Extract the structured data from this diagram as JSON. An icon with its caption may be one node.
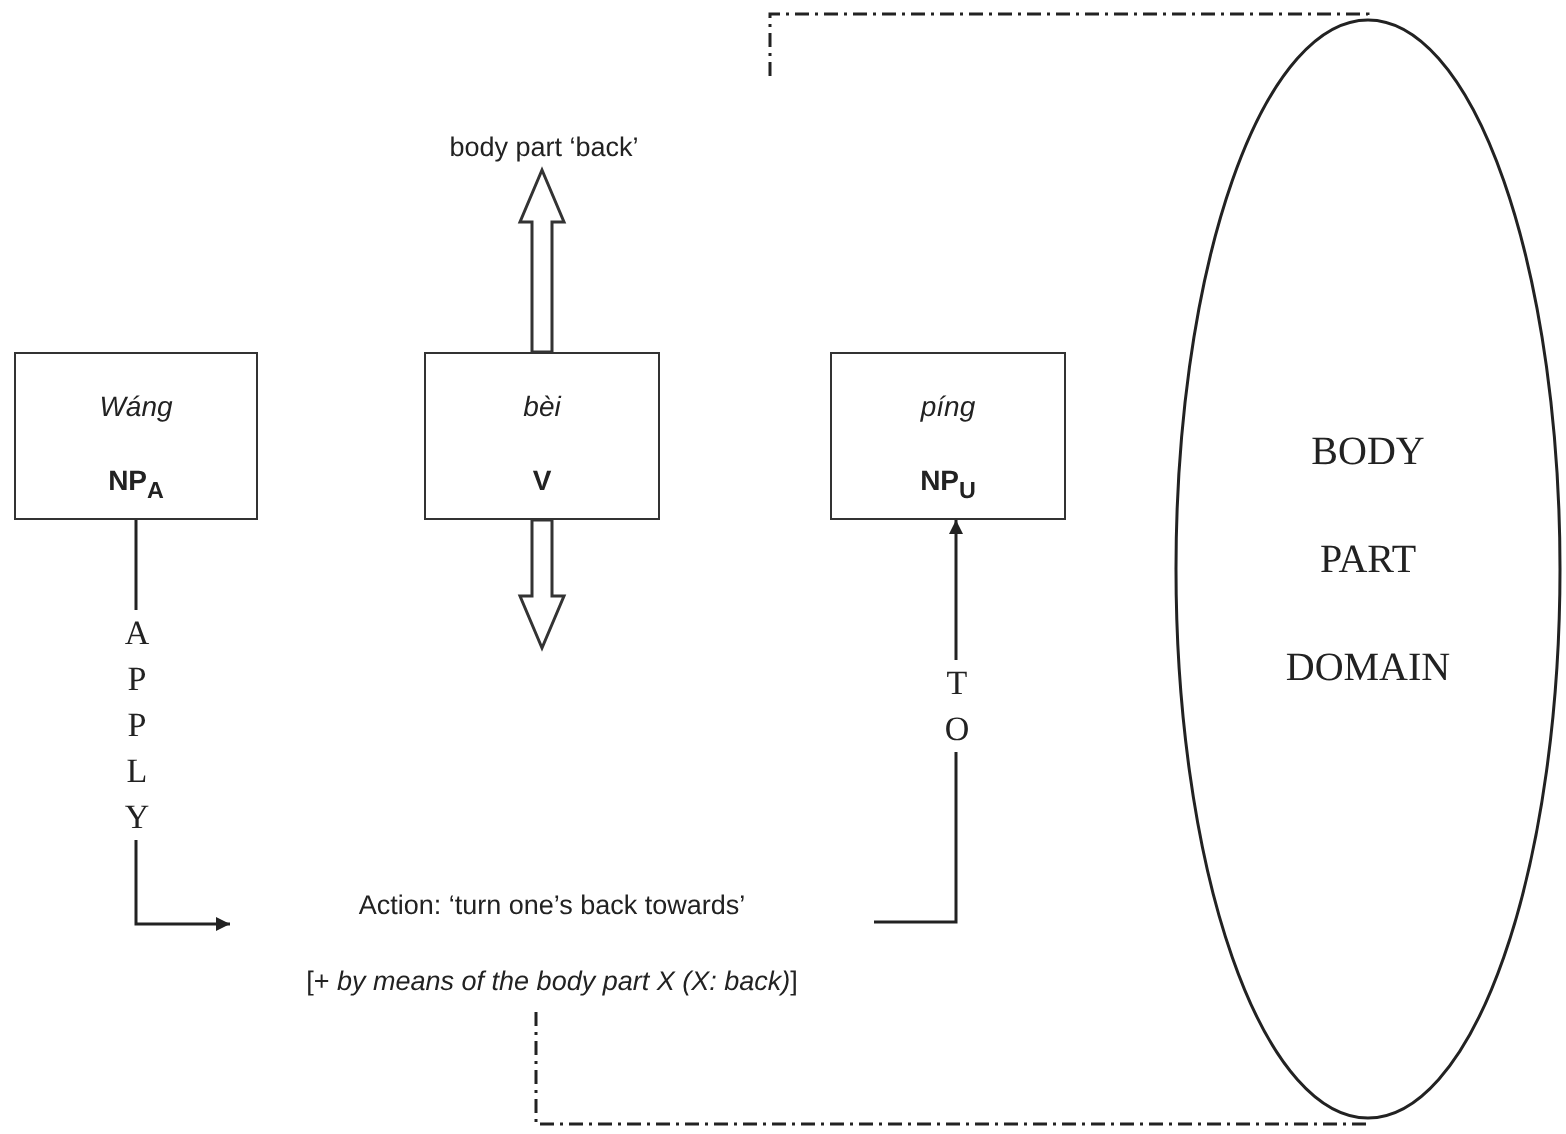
{
  "diagram": {
    "nodes": [
      {
        "text": [
          "Wáng",
          "NP$_{A}$"
        ]
      },
      {
        "text": [
          "bèi",
          "V"
        ]
      },
      {
        "text": [
          "píng",
          "NP$_{U}$"
        ]
      },
      {
        "text": [
          "body part ‘back’"
        ]
      },
      {
        "text": [
          "Action: ‘turn one’s back towards’",
          "[+ *by means of the body part X (X: back)*]"
        ]
      },
      {
        "text": [
          "BODY PART DOMAIN"
        ]
      }
    ],
    "edges": [
      {
        "from": 0,
        "to": 4,
        "arrow": "to",
        "label": "APPLY"
      },
      {
        "from": 4,
        "to": 2,
        "arrow": "to",
        "label": "TO"
      },
      {
        "from": 1,
        "to": 3,
        "arrow": "to",
        "style": "thick"
      },
      {
        "from": 1,
        "to": null,
        "arrow": "to",
        "style": "thick"
      },
      {
        "from": null,
        "to": 5,
        "arrow": "none",
        "style": "dashed"
      },
      {
        "from": 4,
        "to": 5,
        "arrow": "none",
        "style": "dashed"
      }
    ]
  }
}
